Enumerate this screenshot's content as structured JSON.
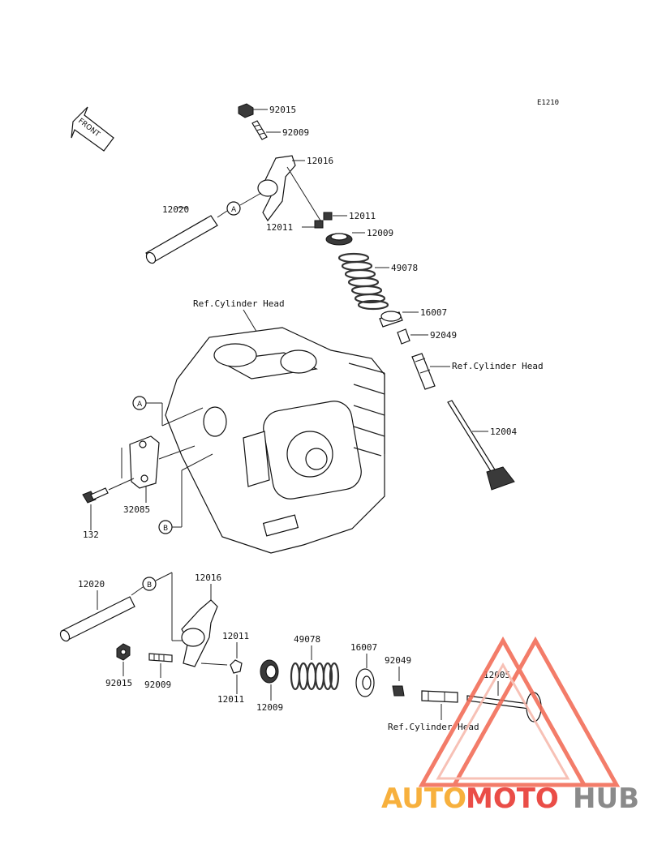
{
  "diagram_code": "E1210",
  "front_label": "FRONT",
  "callouts": {
    "a": "A",
    "b": "B"
  },
  "parts_top": [
    "92015",
    "92009",
    "12016",
    "12011",
    "12011",
    "12009",
    "49078",
    "12020",
    "16007",
    "92049",
    "12004"
  ],
  "parts_bottom": [
    "12020",
    "12016",
    "12011",
    "49078",
    "16007",
    "92049",
    "12005",
    "92015",
    "92009",
    "12011",
    "12009"
  ],
  "parts_middle": [
    "32085",
    "132"
  ],
  "refs": {
    "cyl_head_1": "Ref.Cylinder Head",
    "cyl_head_2": "Ref.Cylinder Head",
    "cyl_head_3": "Ref.Cylinder Head"
  },
  "watermark": {
    "part1": "AUTO",
    "part2": "MOTO",
    "part3": "HUB",
    "colors": {
      "orange": "#f6a623",
      "red": "#e8352e",
      "gray": "#7a7a7a"
    }
  }
}
